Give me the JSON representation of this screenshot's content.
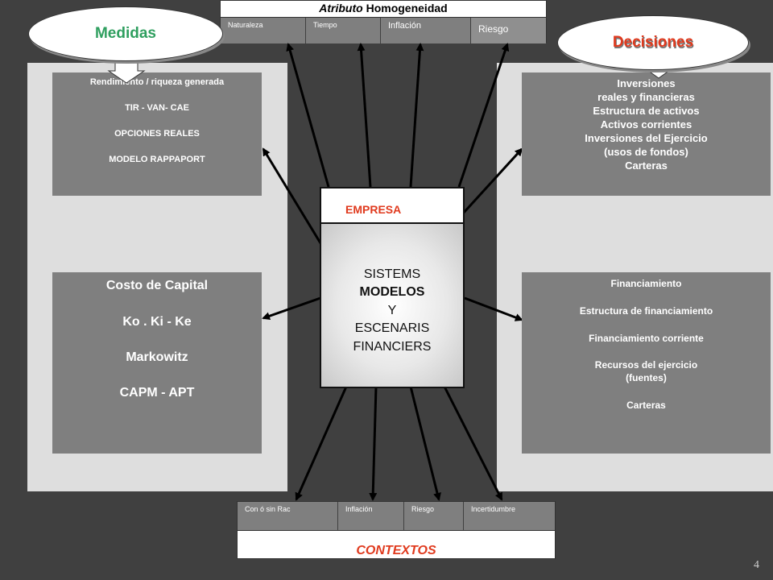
{
  "top_table": {
    "title_italic": "Atributo",
    "title_rest": " Homogeneidad",
    "cells": [
      "Naturaleza",
      "Tiempo",
      "Inflación",
      "Riesgo"
    ]
  },
  "medidas": {
    "label": "Medidas"
  },
  "decisiones": {
    "label": "Decisiones",
    "color": "#e03a1e"
  },
  "left_top_box": {
    "lines": [
      "Rendimiento / riqueza generada",
      "TIR -  VAN- CAE",
      "OPCIONES REALES",
      "MODELO RAPPAPORT"
    ]
  },
  "left_bottom_box": {
    "title": "Costo de Capital",
    "lines": [
      "Ko . Ki - Ke",
      "Markowitz",
      "CAPM - APT"
    ]
  },
  "right_top_box": {
    "lines": [
      "Inversiones",
      "reales y financieras",
      "Estructura de activos",
      "Activos corrientes",
      "Inversiones  del Ejercicio",
      "(usos de fondos)",
      "Carteras"
    ]
  },
  "right_bottom_box": {
    "lines": [
      "Financiamiento",
      "Estructura de financiamiento",
      "Financiamiento corriente",
      "Recursos del ejercicio",
      "(fuentes)",
      "Carteras"
    ]
  },
  "center": {
    "header": "EMPRESA",
    "lines": [
      "SISTEMS",
      "MODELOS",
      "Y",
      "ESCENARIS",
      "FINANCIERS"
    ]
  },
  "bottom_table": {
    "cells": [
      "Con ó sin Rac",
      "Inflación",
      "Riesgo",
      "Incertidumbre"
    ],
    "footer": "CONTEXTOS",
    "footer_color": "#e03a1e"
  },
  "page_number": "4"
}
